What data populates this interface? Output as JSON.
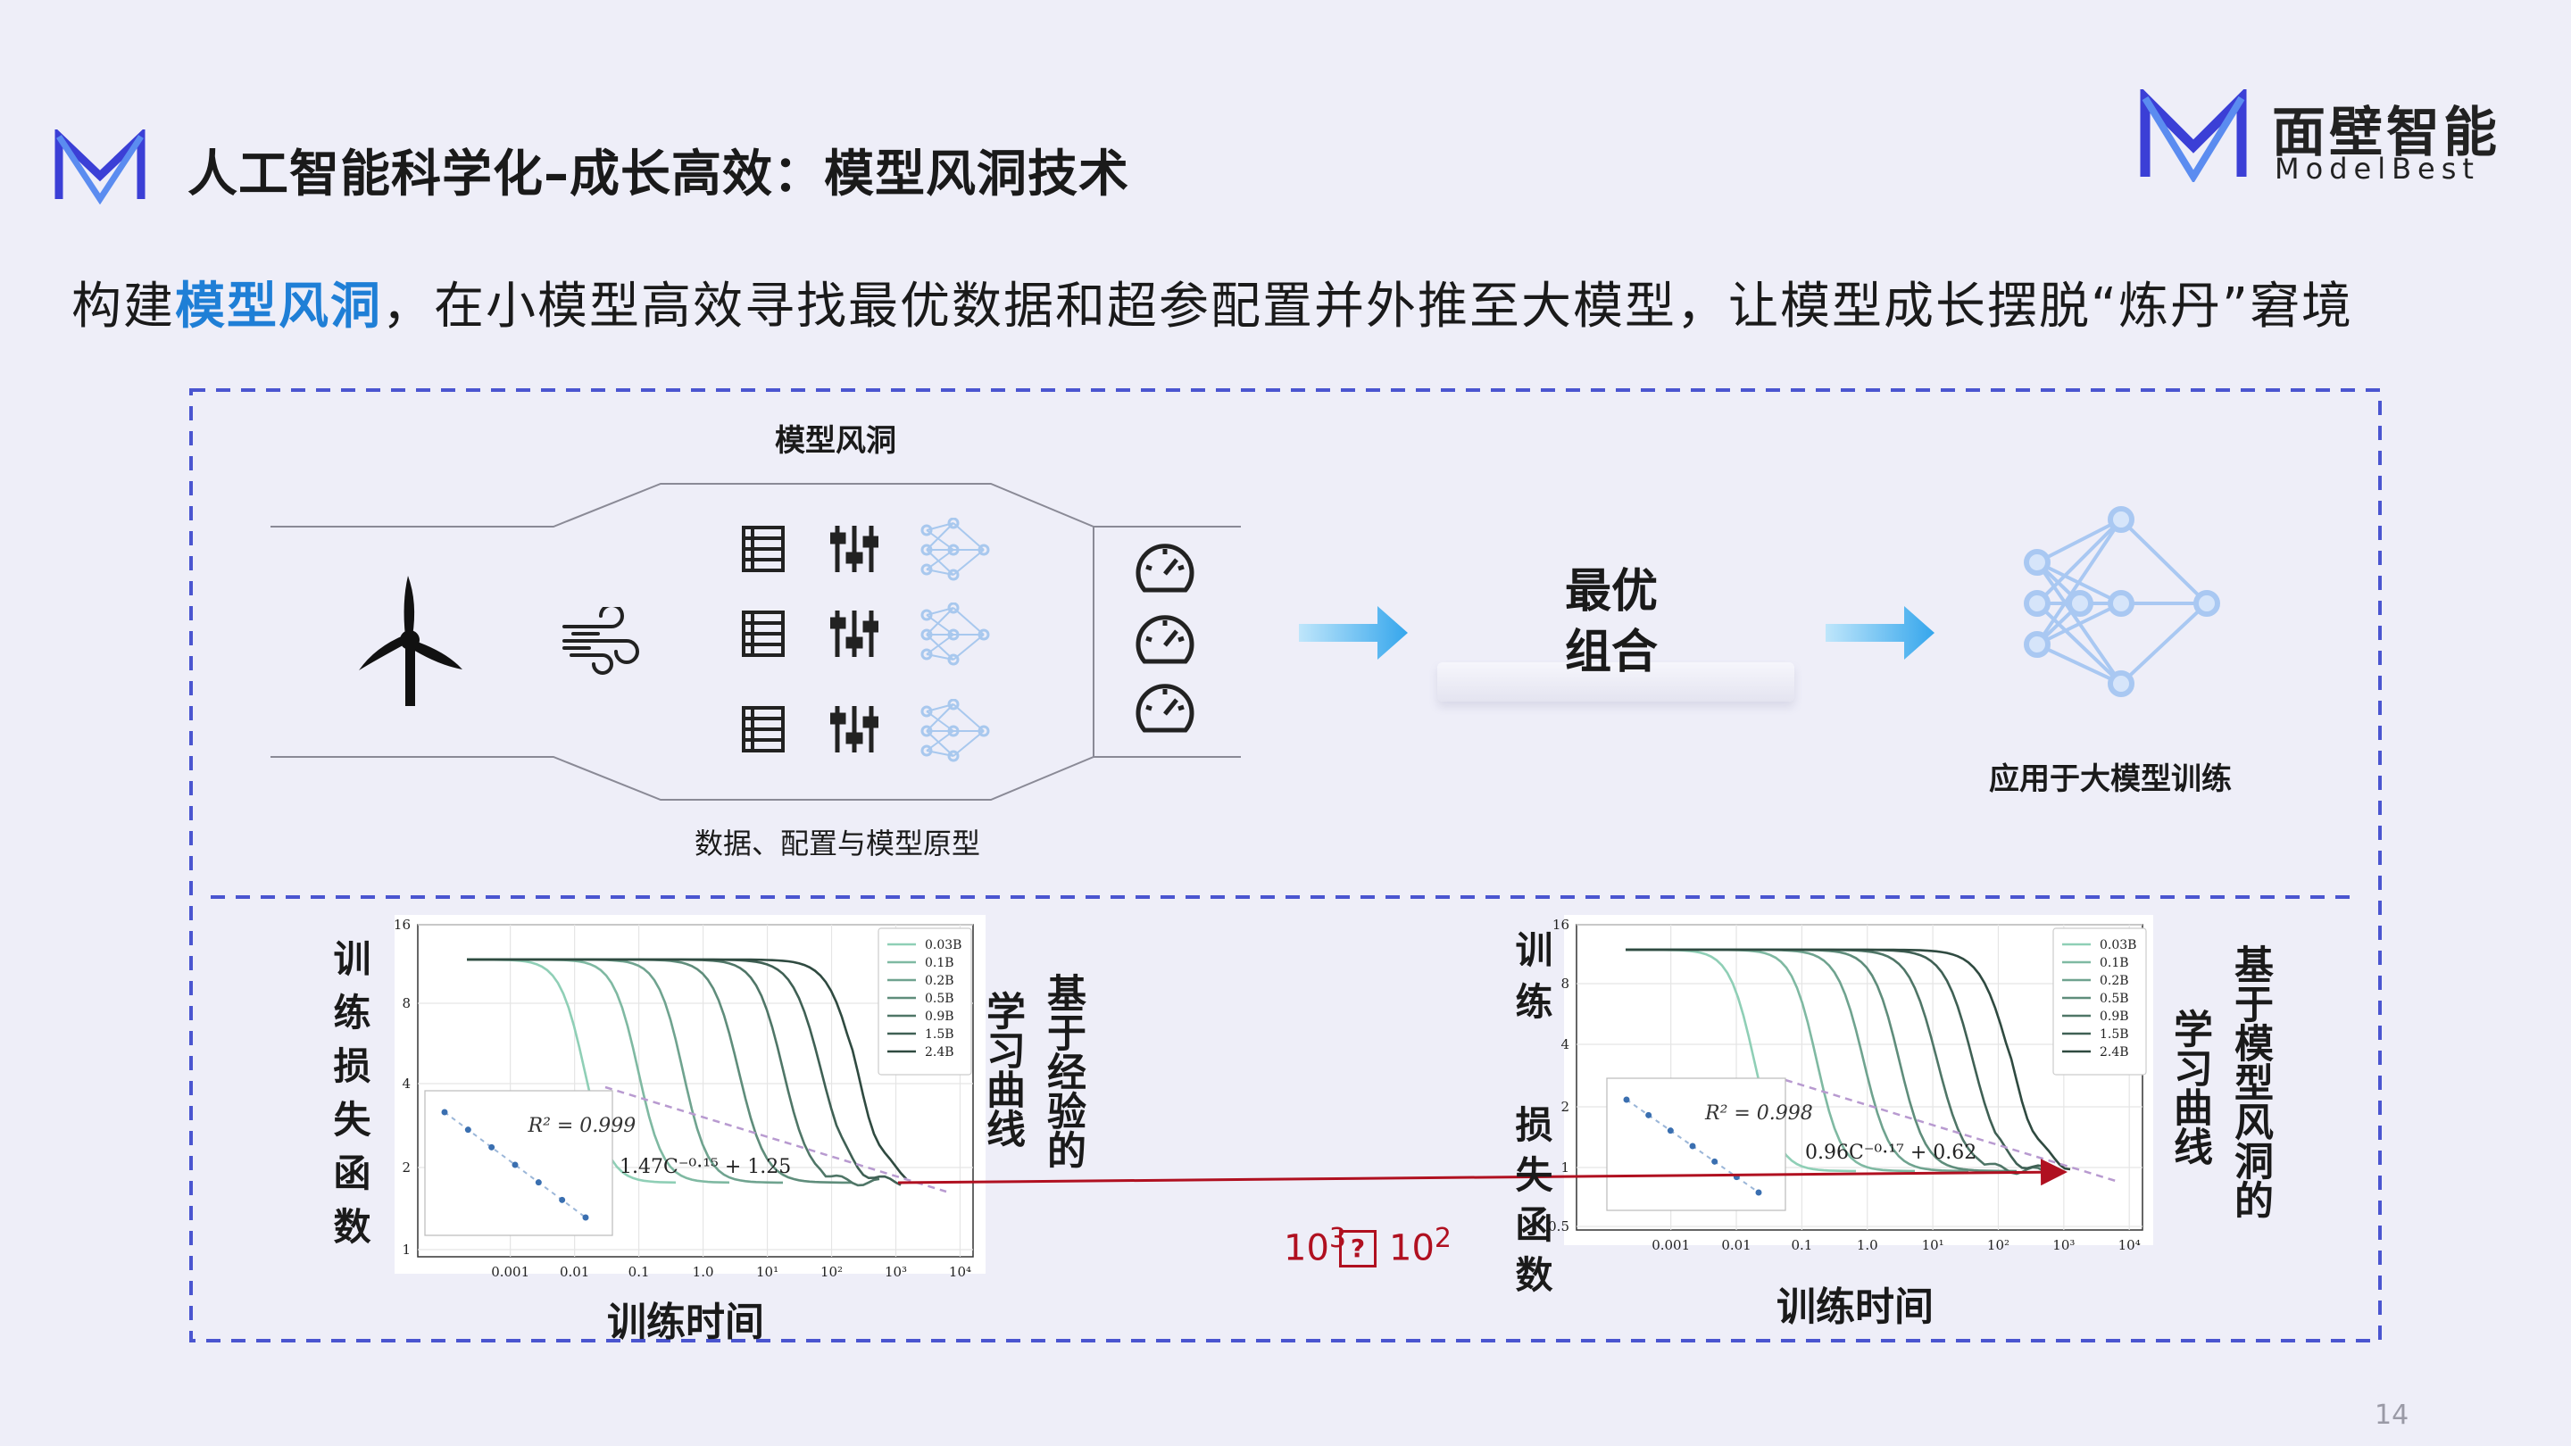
{
  "header": {
    "title": "人工智能科学化–成长高效：模型风洞技术",
    "brand_cn": "面壁智能",
    "brand_en": "ModelBest"
  },
  "subtitle": {
    "prefix": "构建",
    "highlight": "模型风洞",
    "suffix": "，在小模型高效寻找最优数据和超参配置并外推至大模型，让模型成长摆脱“炼丹”窘境"
  },
  "diagram": {
    "tunnel_label": "模型风洞",
    "prototype_label": "数据、配置与模型原型",
    "optimal_line1": "最优",
    "optimal_line2": "组合",
    "apply_label": "应用于大模型训练"
  },
  "charts": {
    "left": {
      "ylabel": "训练损失函数",
      "xlabel": "训练时间",
      "side_label_1": "基于经验的",
      "side_label_2": "学习曲线",
      "r2": "R² = 0.999",
      "fit_formula": "1.47C⁻⁰·¹⁵ + 1.25",
      "legend": [
        "0.03B",
        "0.1B",
        "0.2B",
        "0.5B",
        "0.9B",
        "1.5B",
        "2.4B"
      ],
      "xticks": [
        "0.001",
        "0.01",
        "0.1",
        "1.0",
        "10¹",
        "10²",
        "10³",
        "10⁴"
      ],
      "yticks": [
        "16",
        "8",
        "4",
        "2",
        "1"
      ]
    },
    "right": {
      "ylabel_top": "训练",
      "ylabel_bottom": "损失函数",
      "xlabel": "训练时间",
      "side_label_1": "基于模型风洞的",
      "side_label_2": "学习曲线",
      "r2": "R² = 0.998",
      "fit_formula": "0.96C⁻⁰·¹⁷ + 0.62",
      "legend": [
        "0.03B",
        "0.1B",
        "0.2B",
        "0.5B",
        "0.9B",
        "1.5B",
        "2.4B"
      ],
      "xticks": [
        "0.001",
        "0.01",
        "0.1",
        "1.0",
        "10¹",
        "10²",
        "10³",
        "10⁴"
      ],
      "yticks": [
        "16",
        "8",
        "4",
        "2",
        "1",
        "0.5"
      ]
    },
    "arrow_label_a": "10",
    "arrow_label_a_sup": "3",
    "arrow_label_b": "10",
    "arrow_label_b_sup": "2",
    "arrow_label_mid": "?"
  },
  "page_number": "14",
  "colors": {
    "accent_blue": "#1f7fd6",
    "brand_indigo": "#3b3fd6",
    "arrow_red": "#b01020",
    "dash_border": "#4a55d0",
    "curve_light": "#8fcfb6",
    "curve_dark": "#2f4a40"
  }
}
